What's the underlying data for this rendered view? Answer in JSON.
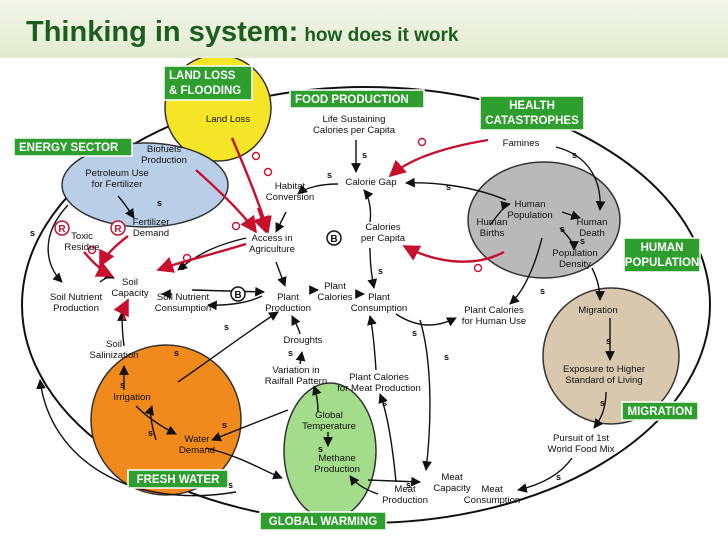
{
  "title": {
    "main": "Thinking in system:",
    "sub": "how does it work"
  },
  "sectors": {
    "land_loss": "LAND LOSS\n& FLOODING",
    "food_production": "FOOD PRODUCTION",
    "health": "HEALTH\nCATASTROPHES",
    "energy": "ENERGY SECTOR",
    "human_population": "HUMAN\nPOPULATION",
    "migration": "MIGRATION",
    "fresh_water": "FRESH WATER",
    "global_warming": "GLOBAL WARMING"
  },
  "nodes": {
    "land_loss": "Land Loss",
    "life_sustaining": "Life Sustaining\nCalories per Capita",
    "famines": "Famines",
    "biofuels": "Biofuels\nProduction",
    "petroleum": "Petroleum Use\nfor Fertilizer",
    "calorie_gap": "Calorie Gap",
    "habitat": "Habitat\nConversion",
    "human_population": "Human\nPopulation",
    "human_births": "Human\nBirths",
    "human_death": "Human\nDeath",
    "toxic_residue": "Toxic\nResidue",
    "fertilizer_demand": "Fertilizer\nDemand",
    "access_agri": "Access in\nAgriculture",
    "calories_per_capita": "Calories\nper Capita",
    "population_density": "Population\nDensity",
    "soil_capacity": "Soil\nCapacity",
    "soil_nutrient_production": "Soil Nutrient\nProduction",
    "soil_nutrient_consumption": "Soil Nutrient\nConsumption",
    "plant_calories": "Plant\nCalories",
    "plant_production": "Plant\nProduction",
    "plant_consumption": "Plant\nConsumption",
    "plant_calories_human": "Plant Calories\nfor Human Use",
    "migration": "Migration",
    "soil_salinization": "Soil\nSalinization",
    "droughts": "Droughts",
    "variation_rainfall": "Variation in\nRailfall Pattern",
    "plant_calories_meat": "Plant Calories\nfor Meat Production",
    "exposure": "Exposure to Higher\nStandard of Living",
    "irrigation": "Irrigation",
    "global_temperature": "Global\nTemperature",
    "methane": "Methane\nProduction",
    "water_demand": "Water\nDemand",
    "pursuit": "Pursuit of 1st\nWorld Food Mix",
    "meat_capacity": "Meat\nCapacity",
    "meat_production": "Meat\nProduction",
    "meat_consumption": "Meat\nConsumption"
  },
  "loop_markers": {
    "r1": "R",
    "r2": "R",
    "b1": "B",
    "b2": "B"
  },
  "polarity": "s",
  "colors": {
    "title_text": "#1b5e20",
    "title_bg": "#e8efd9",
    "tag_bg": "#2e9e2e",
    "land_loss_circle": "#f4e527",
    "energy_ellipse": "#b9cfe8",
    "population_ellipse": "#b9b9b9",
    "migration_circle": "#d8c8ad",
    "water_circle": "#f08a1c",
    "warming_ellipse": "#a3dc8a",
    "causal_arrow_black": "#111111",
    "causal_arrow_red": "#c8102e"
  }
}
